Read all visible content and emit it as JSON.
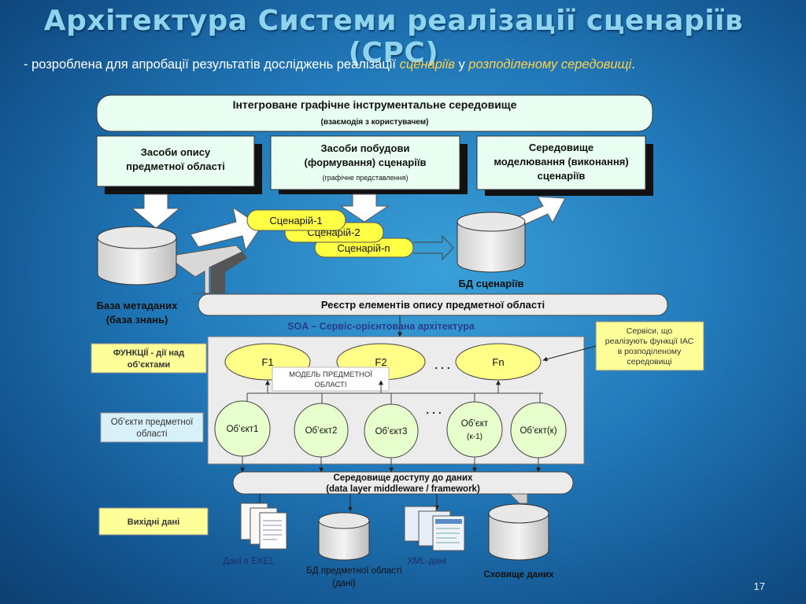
{
  "slide": {
    "title": "Архітектура Системи реалізації сценаріїв (СРС)",
    "subtitle_prefix": "- розроблена для апробації результатів досліджень реалізації ",
    "subtitle_hl1": "сценаріїв",
    "subtitle_mid": " у ",
    "subtitle_hl2": "розподіленому середовищі",
    "subtitle_end": ".",
    "page_number": "17"
  },
  "diagram": {
    "top_env_title": "Інтегроване графічне інструментальне середовище",
    "top_env_sub": "(взаємодія з користувачем)",
    "tool1_l1": "Засоби опису",
    "tool1_l2": "предметної області",
    "tool2_l1": "Засоби побудови",
    "tool2_l2": "(формування) сценаріїв",
    "tool2_l3": "(графічне представлення)",
    "tool3_l1": "Середовище",
    "tool3_l2": "моделювання (виконання)",
    "tool3_l3": "сценаріїв",
    "scenario1": "Сценарій-1",
    "scenario2": "Сценарій-2",
    "scenario_n": "Сценарій-n",
    "metadata_db_l1": "База метаданих",
    "metadata_db_l2": "(база знань)",
    "scenarios_db": "БД сценаріїв",
    "registry": "Реєстр елементів опису предметної області",
    "soa": "SOA – Сервіс-орієнтована архітектура",
    "services_l1": "Сервіси, що",
    "services_l2": "реалізують функції ІАС",
    "services_l3": "в розподіленому",
    "services_l4": "середовищі",
    "functions_l1": "ФУНКЦІЇ - дії над",
    "functions_l2": "об’єктами",
    "f1": "F1",
    "f2": "F2",
    "fn": "Fn",
    "dots": ". . .",
    "model_l1": "МОДЕЛЬ ПРЕДМЕТНОЇ",
    "model_l2": "ОБЛАСТІ",
    "objects_label_l1": "Об’єкти предметної",
    "objects_label_l2": "області",
    "obj1": "Об’єкт1",
    "obj2": "Об’єкт2",
    "obj3": "Об’єкт3",
    "objk1_l1": "Об’єкт",
    "objk1_l2": "(к-1)",
    "objk": "Об’єкт(к)",
    "access_l1": "Середовище доступу до даних",
    "access_l2": "(data layer middleware / framework)",
    "output_label": "Вихідні дані",
    "excel_data": "Дані в EXEL",
    "domain_db_l1": "БД предметної області",
    "domain_db_l2": "(дані)",
    "xml_data": "XML-дані",
    "storage": "Сховище даних"
  },
  "colors": {
    "title": "#8fd4ee",
    "highlight": "#ffd24a",
    "box_mint": "#e8fff2",
    "ellipse_yellow": "#ffff88",
    "object_green": "#e6ffcc",
    "note_yellow": "#ffff99",
    "label_lightblue": "#d8f0f8"
  }
}
